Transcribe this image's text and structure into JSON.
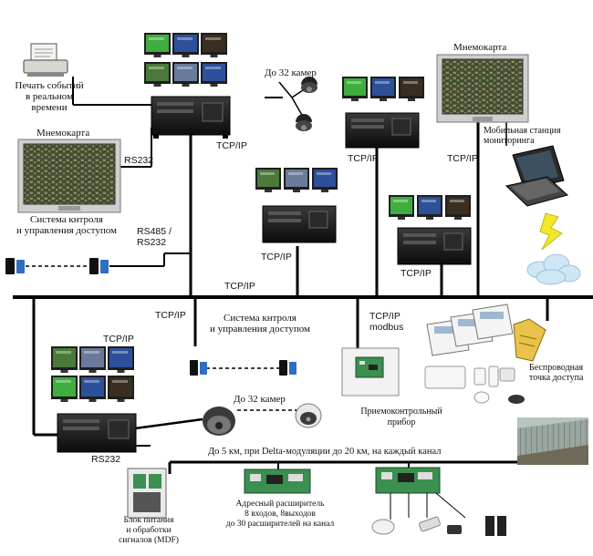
{
  "labels": {
    "print_events": "Печать событий\nв реальном\nвремени",
    "mnemo_left": "Мнемокарта",
    "mnemo_right": "Мнемокарта",
    "cameras_top": "До 32 камер",
    "tcpip_top": "TCP/IP",
    "rs232_top": "RS232",
    "access_left": "Система кнтроля\nи управления доступом",
    "rs485": "RS485 /\nRS232",
    "tcpip_mid_left": "TCP/IP",
    "tcpip_srv_right_top": "TCP/IP",
    "tcpip_mobile": "TCP/IP",
    "mobile_station": "Мобильная станция\nмониторинга",
    "tcpip_srv_right_low": "TCP/IP",
    "tcpip_bus": "TCP/IP",
    "tcpip_lower_left_a": "TCP/IP",
    "tcpip_lower_left_b": "TCP/IP",
    "access_center": "Система кнтроля\nи управления доступом",
    "tcpip_modbus": "TCP/IP\nmodbus",
    "wireless_ap": "Беспроводная\nточка доступа",
    "cameras_bottom": "До 32 камер",
    "control_panel": "Приемоконтрольный\nприбор",
    "rs232_bottom": "RS232",
    "distance": "До 5 км, при Delta-модуляции до 20 км, на каждый канал",
    "power_block": "Блок питания\nи обработки\nсигналов (MDF)",
    "address_expander": "Адресный расширитель\n8 входов, 8выходов\nдо 30 расширителей на канал"
  },
  "colors": {
    "line": "#000000",
    "server_body": "#1a1a1a",
    "monitor_frame": "#1e1e1e",
    "screen_green": "#3fae3f",
    "screen_blue": "#2e4f9a",
    "screen_dark": "#3a2e20",
    "mnemo_frame": "#cfcfcf",
    "mnemo_screen": "#4b5a3a",
    "board_green": "#3b8f4f",
    "ap_yellow": "#e8c24a",
    "lightning": "#f2e82a",
    "cloud": "#cfe6f5"
  }
}
